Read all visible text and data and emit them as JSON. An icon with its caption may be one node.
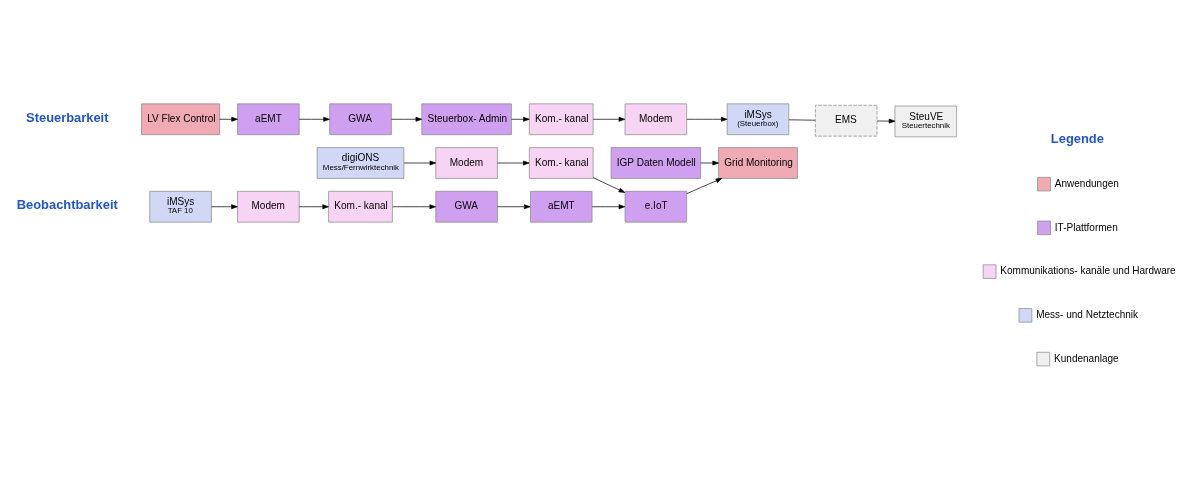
{
  "diagram": {
    "nodes": [
      {
        "text": [
          "aEMT"
        ]
      },
      {
        "text": [
          "GWA"
        ]
      },
      {
        "text": [
          "Kom.- kanal"
        ]
      },
      {
        "text": [
          "Modem"
        ]
      },
      {
        "text": [
          "iMSys",
          "TAF 10"
        ]
      },
      {
        "text": [
          "Kom.- kanal"
        ]
      },
      {
        "text": [
          "Modem"
        ]
      },
      {
        "text": [
          "digiONS",
          "Mess/Fernwirktechnik"
        ]
      },
      {
        "text": [
          "e.IoT"
        ]
      },
      {
        "text": [
          "IGP Daten Modell"
        ]
      },
      {
        "text": [
          "Grid Monitoring"
        ]
      },
      {
        "text": [
          "LV Flex Control"
        ]
      },
      {
        "text": [
          "aEMT"
        ]
      },
      {
        "text": [
          "GWA"
        ]
      },
      {
        "text": [
          "Steuerbox- Admin"
        ]
      },
      {
        "text": [
          "Kom.- kanal"
        ]
      },
      {
        "text": [
          "Modem"
        ]
      },
      {
        "text": [
          "iMSys",
          "(Steuerbox)"
        ]
      },
      {
        "text": [
          "EMS"
        ]
      },
      {
        "text": [
          "SteuVE",
          "Steuertechnik"
        ]
      }
    ],
    "edges": [
      {
        "from": 4,
        "to": 3,
        "arrow": "to"
      },
      {
        "from": 3,
        "to": 2,
        "arrow": "to"
      },
      {
        "from": 2,
        "to": 1,
        "arrow": "to"
      },
      {
        "from": 1,
        "to": 0,
        "arrow": "to"
      },
      {
        "from": 7,
        "to": 6,
        "arrow": "to"
      },
      {
        "from": 6,
        "to": 5,
        "arrow": "to"
      },
      {
        "from": 0,
        "to": 8,
        "arrow": "to"
      },
      {
        "from": 5,
        "to": 8,
        "arrow": "to"
      },
      {
        "from": 8,
        "to": 10,
        "arrow": "to"
      },
      {
        "from": 9,
        "to": 10,
        "arrow": "to"
      },
      {
        "from": 11,
        "to": 12,
        "arrow": "to"
      },
      {
        "from": 12,
        "to": 13,
        "arrow": "to"
      },
      {
        "from": 13,
        "to": 14,
        "arrow": "to"
      },
      {
        "from": 14,
        "to": 15,
        "arrow": "to"
      },
      {
        "from": 15,
        "to": 16,
        "arrow": "to"
      },
      {
        "from": 16,
        "to": 17,
        "arrow": "to"
      },
      {
        "from": 17,
        "to": 18,
        "arrow": "none"
      },
      {
        "from": 18,
        "to": 19,
        "arrow": "to"
      }
    ],
    "labels": [
      "Beobachtbarkeit",
      "Legende",
      "Steuerbarkeit"
    ],
    "legend": [
      {
        "text": "Anwendungen",
        "color": "#f0aab4"
      },
      {
        "text": "IT-Plattformen",
        "color": "#cfa0f0"
      },
      {
        "text": "Kommunikations- kanäle und Hardware",
        "color": "#f7d4f4"
      },
      {
        "text": "Mess- und Netztechnik",
        "color": "#d0d8f5"
      },
      {
        "text": "Kundenanlage",
        "color": "#f0f0f0"
      }
    ]
  }
}
